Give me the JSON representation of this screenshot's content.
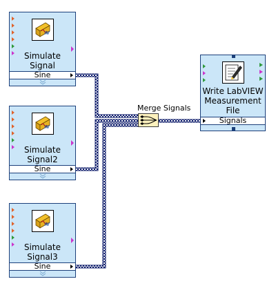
{
  "nodes": {
    "simulate1": {
      "title_line1": "Simulate",
      "title_line2": "Signal",
      "terminal": "Sine"
    },
    "simulate2": {
      "title_line1": "Simulate",
      "title_line2": "Signal2",
      "terminal": "Sine"
    },
    "simulate3": {
      "title_line1": "Simulate",
      "title_line2": "Signal3",
      "terminal": "Sine"
    },
    "merge": {
      "label": "Merge Signals"
    },
    "write": {
      "title_line1": "Write LabVIEW",
      "title_line2": "Measurement",
      "title_line3": "File",
      "terminal": "Signals"
    }
  },
  "colors": {
    "node_bg": "#cbe6f8",
    "node_border": "#1b3f7a",
    "wire_dark": "#0b1a6a",
    "merge_fill": "#fdf1bd"
  }
}
